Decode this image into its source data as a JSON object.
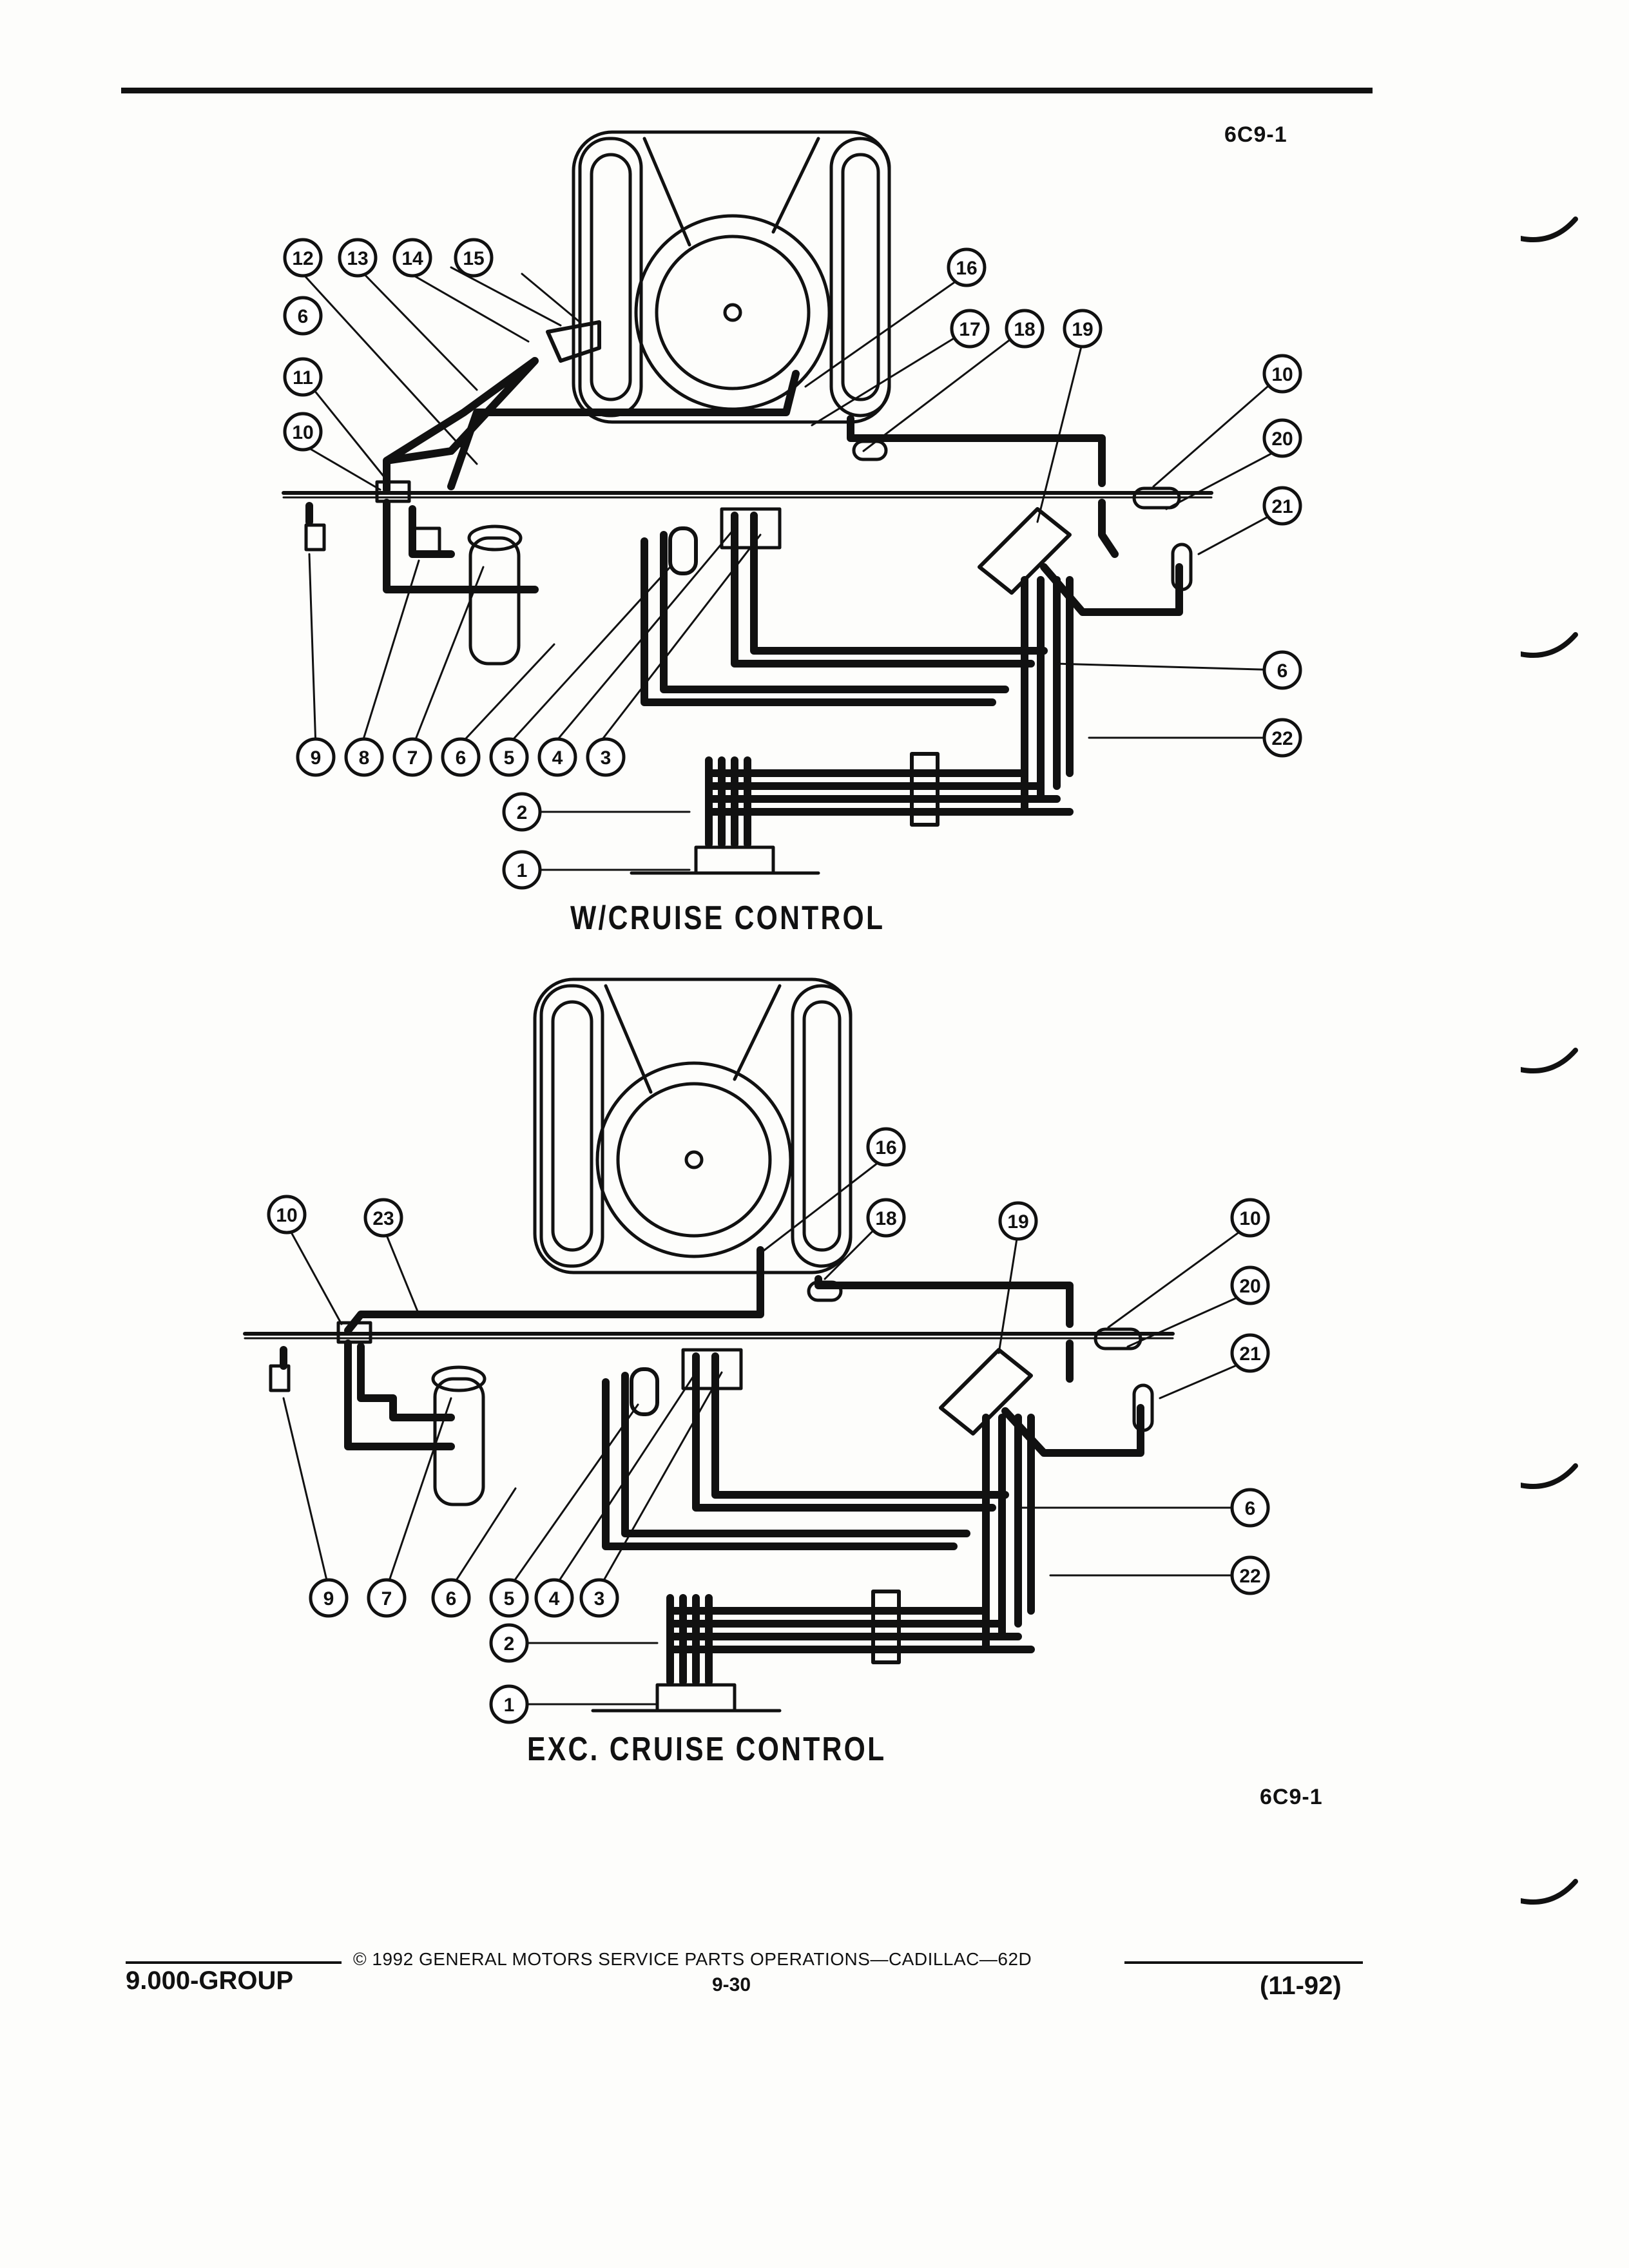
{
  "page": {
    "figure_code_top": "6C9-1",
    "figure_code_bottom": "6C9-1"
  },
  "diagrams": [
    {
      "caption": "W/CRUISE CONTROL",
      "callouts": [
        "1",
        "2",
        "3",
        "4",
        "5",
        "6",
        "7",
        "8",
        "9",
        "10",
        "11",
        "12",
        "13",
        "14",
        "15",
        "16",
        "17",
        "18",
        "19",
        "20",
        "21",
        "22"
      ]
    },
    {
      "caption": "EXC. CRUISE CONTROL",
      "callouts": [
        "1",
        "2",
        "3",
        "4",
        "5",
        "6",
        "7",
        "9",
        "10",
        "16",
        "18",
        "19",
        "20",
        "21",
        "22",
        "23"
      ]
    }
  ],
  "footer": {
    "group": "9.000-GROUP",
    "copyright": "© 1992 GENERAL MOTORS SERVICE PARTS OPERATIONS—CADILLAC—62D",
    "page_number": "9-30",
    "date": "(11-92)"
  },
  "colors": {
    "ink": "#111111",
    "paper": "#fdfdfb"
  }
}
